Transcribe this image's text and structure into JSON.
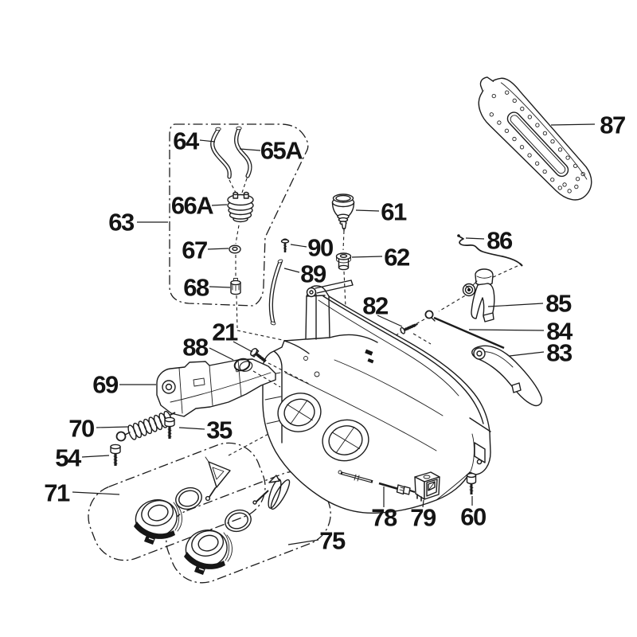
{
  "diagram": {
    "background_color": "#ffffff",
    "line_color": "#1c1c1c",
    "labels": {
      "p21": "21",
      "p35": "35",
      "p54": "54",
      "p60": "60",
      "p61": "61",
      "p62": "62",
      "p63": "63",
      "p64": "64",
      "p65A": "65A",
      "p66A": "66A",
      "p67": "67",
      "p68": "68",
      "p69": "69",
      "p70": "70",
      "p71": "71",
      "p75": "75",
      "p78": "78",
      "p79": "79",
      "p82": "82",
      "p83": "83",
      "p84": "84",
      "p85": "85",
      "p86": "86",
      "p87": "87",
      "p88": "88",
      "p89": "89",
      "p90": "90"
    }
  }
}
